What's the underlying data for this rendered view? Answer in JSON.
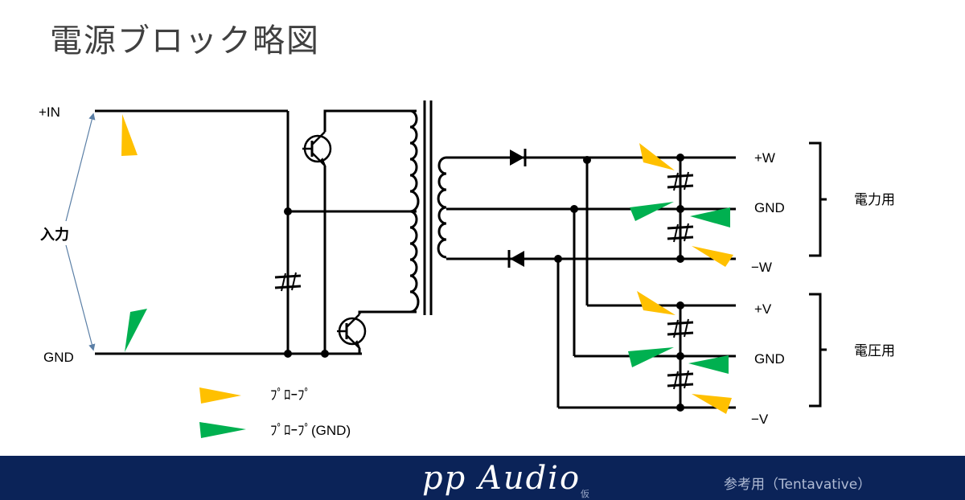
{
  "title": "電源ブロック略図",
  "inputs": {
    "plus_in": "+IN",
    "gnd": "GND",
    "input_label": "入力"
  },
  "outputs": {
    "plus_w": "+W",
    "gnd_w": "GND",
    "minus_w": "−W",
    "plus_v": "+V",
    "gnd_v": "GND",
    "minus_v": "−V"
  },
  "groups": {
    "power": "電力用",
    "voltage": "電圧用"
  },
  "legend": {
    "probe": "ﾌﾟﾛｰﾌﾟ",
    "probe_gnd": "ﾌﾟﾛｰﾌﾟ(GND)"
  },
  "colors": {
    "probe": "#ffc000",
    "probe_gnd": "#00b050",
    "footer": "#0b2358"
  },
  "footer": {
    "brand": "pp Audio",
    "brand_small": "仮",
    "ref": "参考用（Tentavative）"
  }
}
